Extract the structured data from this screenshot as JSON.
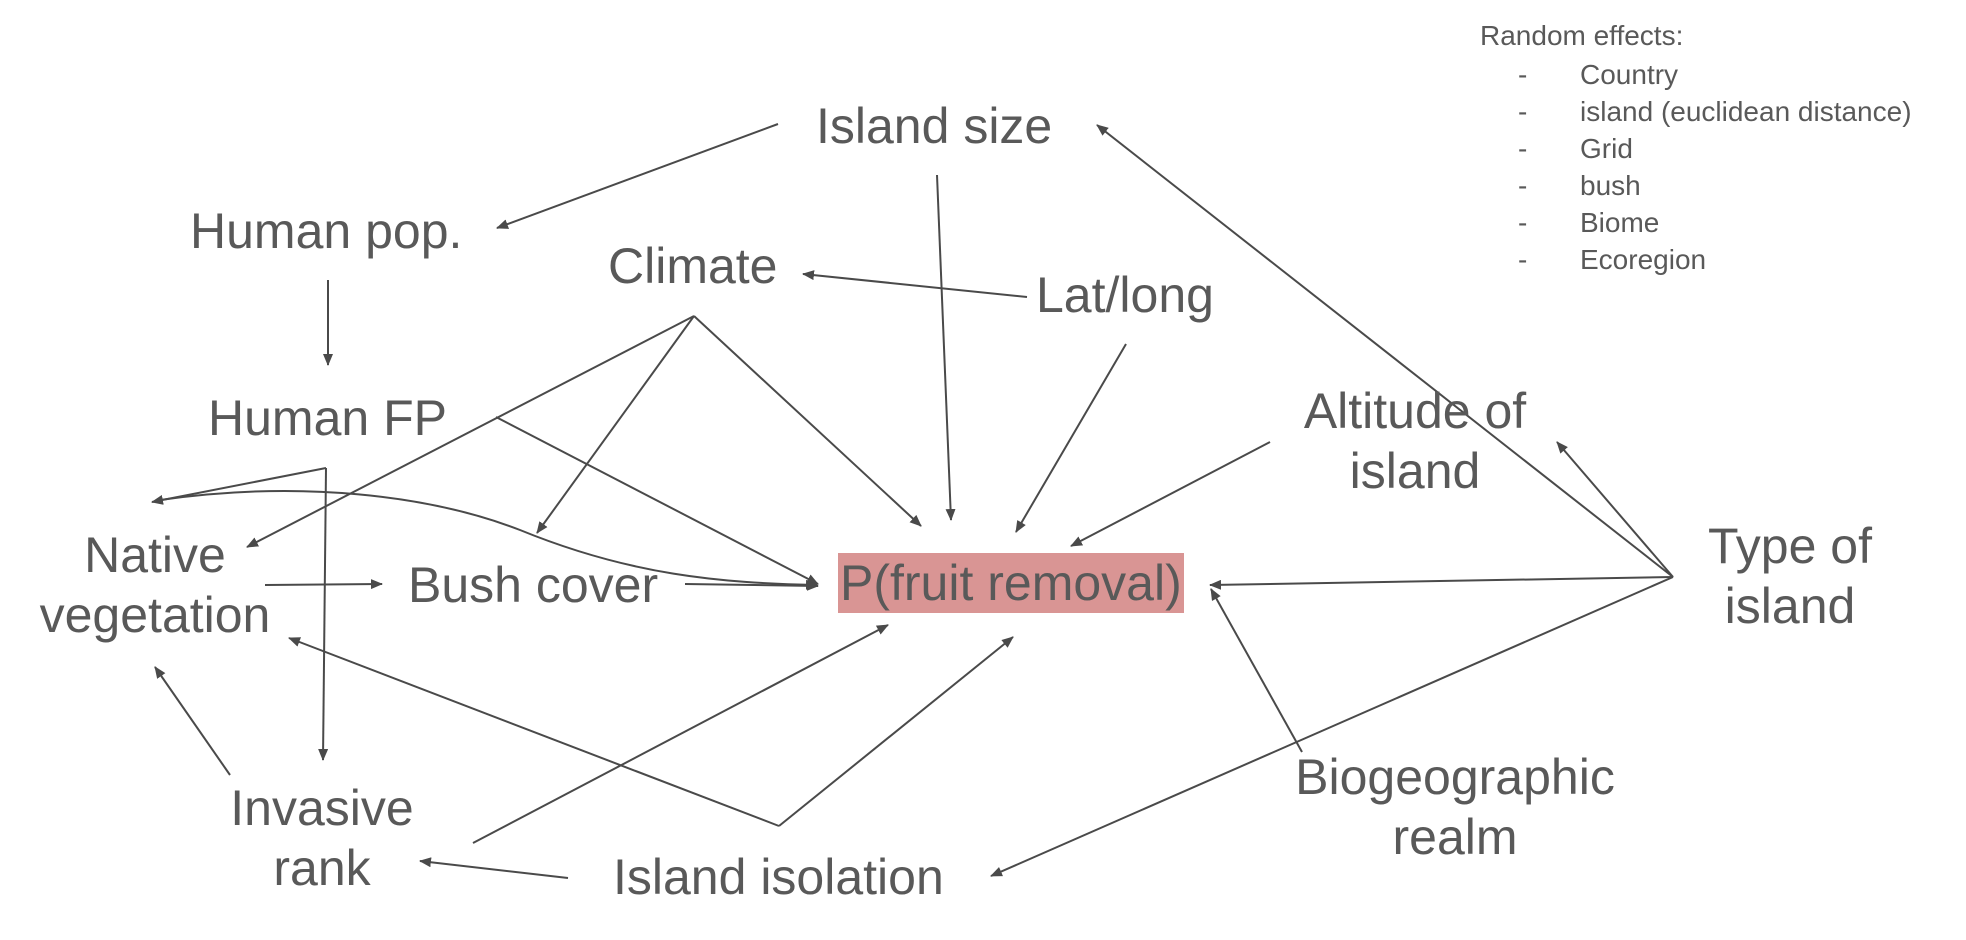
{
  "random_effects": {
    "title": "Random effects:",
    "items": [
      "Country",
      "island (euclidean distance)",
      "Grid",
      "bush",
      "Biome",
      "Ecoregion"
    ]
  },
  "nodes": {
    "island_size": "Island size",
    "human_pop": "Human pop.",
    "climate": "Climate",
    "lat_long": "Lat/long",
    "human_fp": "Human FP",
    "altitude_line1": "Altitude of",
    "altitude_line2": "island",
    "native_line1": "Native",
    "native_line2": "vegetation",
    "bush_cover": "Bush cover",
    "p_fruit_removal": "P(fruit removal)",
    "type_line1": "Type of",
    "type_line2": "island",
    "invasive_line1": "Invasive",
    "invasive_line2": "rank",
    "island_isolation": "Island isolation",
    "biogeo_line1": "Biogeographic",
    "biogeo_line2": "realm"
  },
  "colors": {
    "text": "#595959",
    "arrow": "#4a4a4a",
    "highlight": "#d99594"
  }
}
